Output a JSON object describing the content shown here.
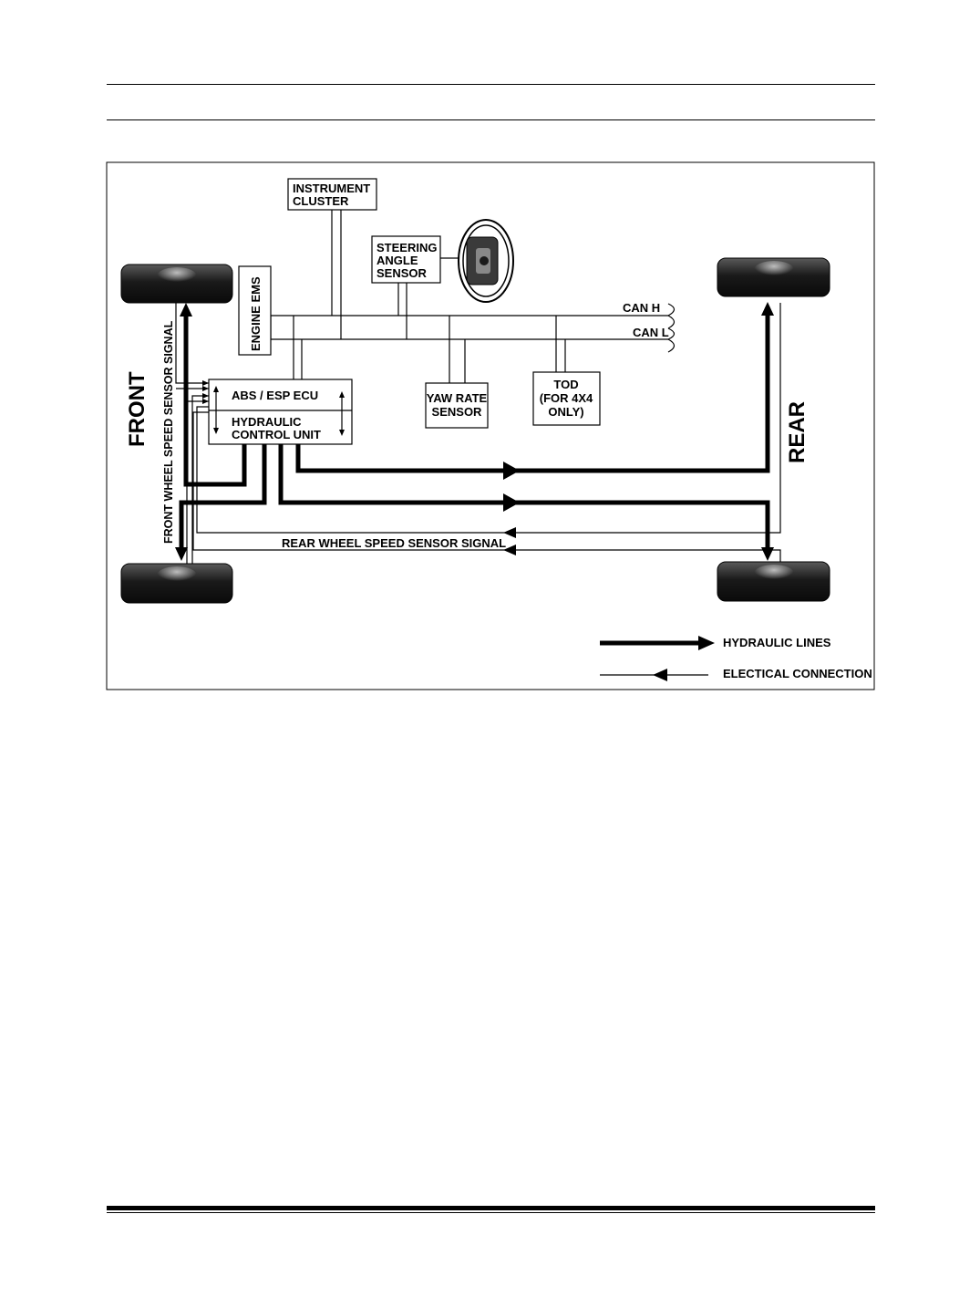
{
  "diagram": {
    "labels": {
      "instrument_cluster": [
        "INSTRUMENT",
        "CLUSTER"
      ],
      "steering_angle_sensor": [
        "STEERING",
        "ANGLE",
        "SENSOR"
      ],
      "engine_ems": "ENGINE EMS",
      "can_h": "CAN H",
      "can_l": "CAN L",
      "abs_esp_ecu": "ABS / ESP ECU",
      "hydraulic_control_unit": [
        "HYDRAULIC",
        "CONTROL UNIT"
      ],
      "yaw_rate_sensor": [
        "YAW RATE",
        "SENSOR"
      ],
      "tod": [
        "TOD",
        "(FOR 4X4",
        "ONLY)"
      ],
      "front": "FRONT",
      "rear": "REAR",
      "front_wheel_speed_sensor_signal": "FRONT WHEEL SPEED SENSOR SIGNAL",
      "rear_wheel_speed_sensor_signal": "REAR WHEEL SPEED SENSOR SIGNAL"
    },
    "legend": {
      "hydraulic_lines": "HYDRAULIC LINES",
      "electrical_connection": "ELECTICAL CONNECTION"
    }
  }
}
